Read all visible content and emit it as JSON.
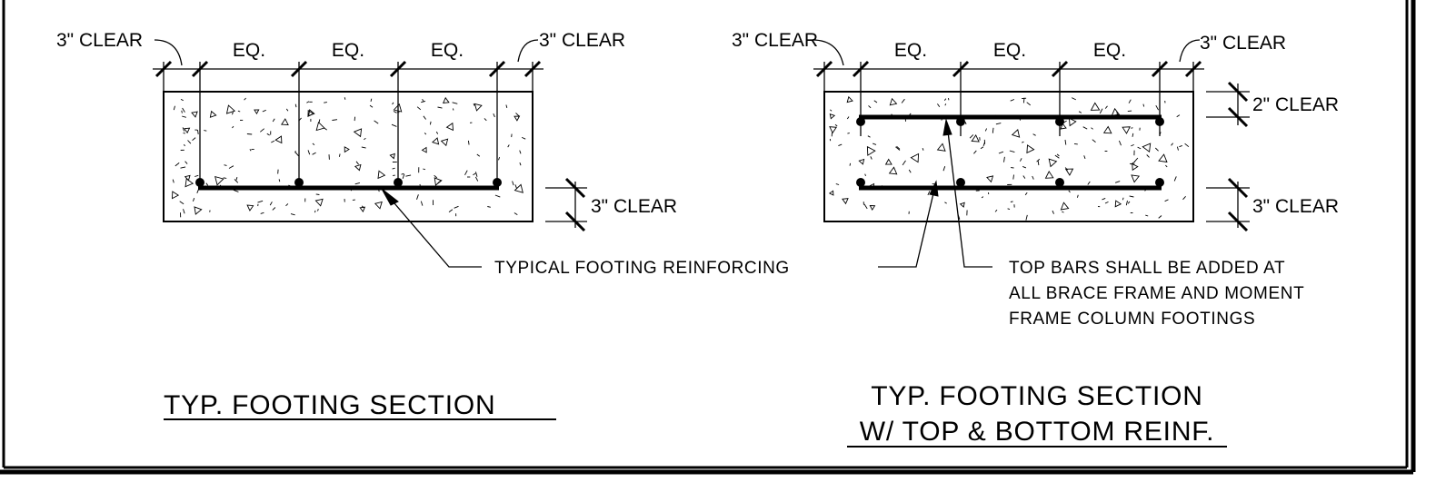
{
  "detail_left": {
    "dims": {
      "clear_left": "3\" CLEAR",
      "clear_right": "3\" CLEAR",
      "eq_1": "EQ.",
      "eq_2": "EQ.",
      "eq_3": "EQ.",
      "bottom_clear": "3\" CLEAR"
    },
    "title": "TYP. FOOTING SECTION"
  },
  "detail_right": {
    "dims": {
      "clear_left": "3\" CLEAR",
      "clear_right": "3\" CLEAR",
      "eq_1": "EQ.",
      "eq_2": "EQ.",
      "eq_3": "EQ.",
      "top_clear": "2\" CLEAR",
      "bottom_clear": "3\" CLEAR"
    },
    "title_line1": "TYP. FOOTING SECTION",
    "title_line2": "W/ TOP & BOTTOM REINF."
  },
  "notes": {
    "typical_reinforcing": "TYPICAL FOOTING REINFORCING",
    "top_bars_line1": "TOP BARS SHALL BE ADDED AT",
    "top_bars_line2": "ALL BRACE FRAME AND MOMENT",
    "top_bars_line3": "FRAME COLUMN FOOTINGS"
  }
}
